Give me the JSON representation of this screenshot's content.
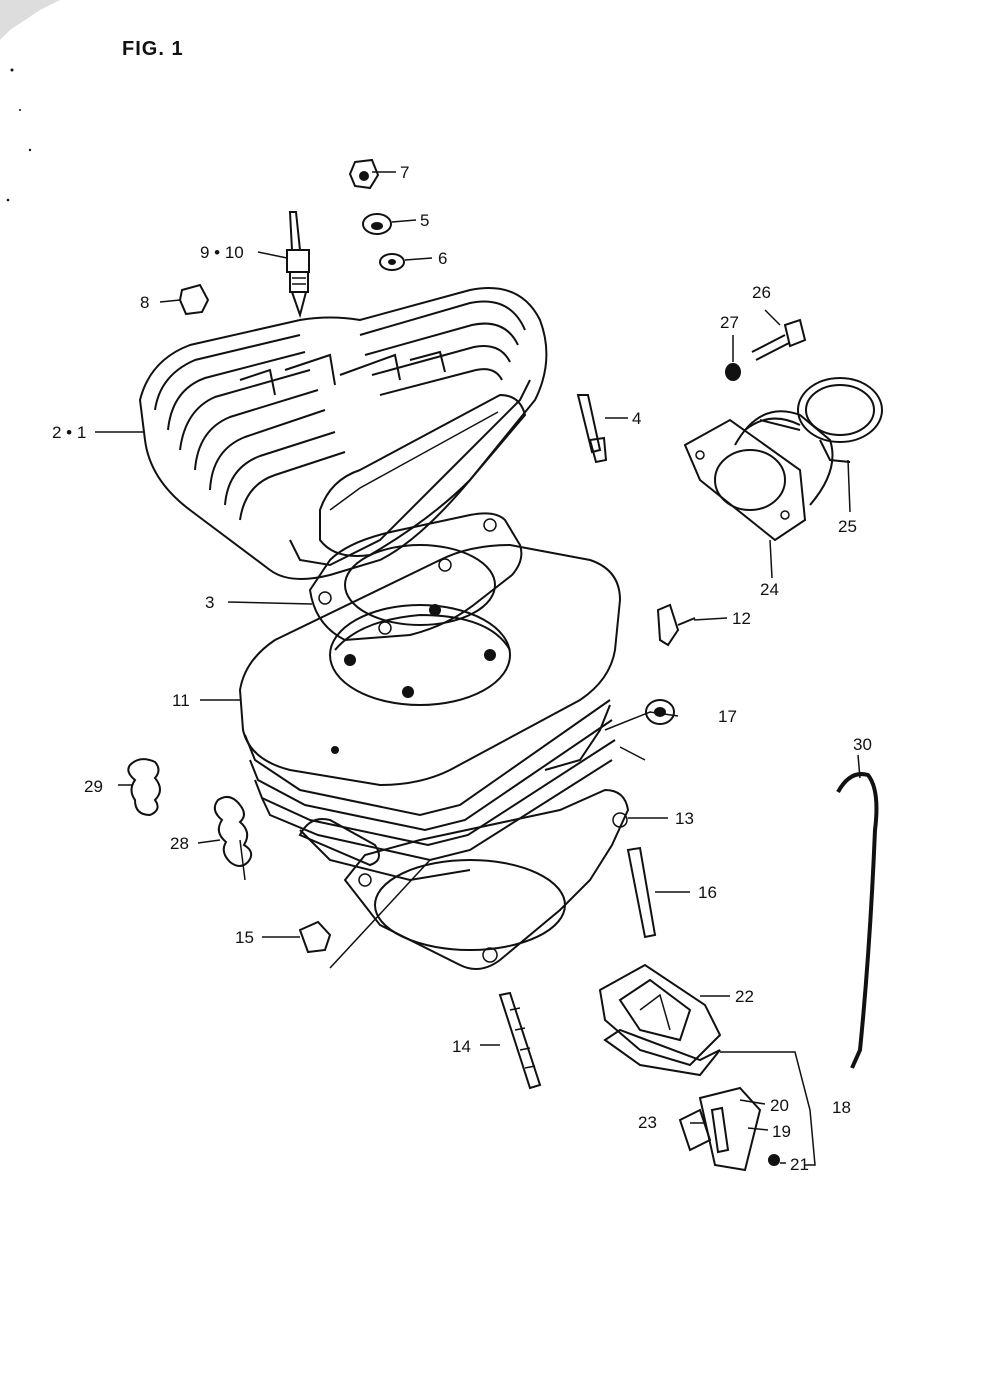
{
  "figure": {
    "title": "FIG. 1"
  },
  "callouts": [
    {
      "id": "c7",
      "label": "7"
    },
    {
      "id": "c5",
      "label": "5"
    },
    {
      "id": "c6",
      "label": "6"
    },
    {
      "id": "c910",
      "label": "9 • 10"
    },
    {
      "id": "c8",
      "label": "8"
    },
    {
      "id": "c21",
      "label": "2 • 1"
    },
    {
      "id": "c4",
      "label": "4"
    },
    {
      "id": "c3",
      "label": "3"
    },
    {
      "id": "c26",
      "label": "26"
    },
    {
      "id": "c27",
      "label": "27"
    },
    {
      "id": "c25",
      "label": "25"
    },
    {
      "id": "c24",
      "label": "24"
    },
    {
      "id": "c12",
      "label": "12"
    },
    {
      "id": "c11",
      "label": "11"
    },
    {
      "id": "c17",
      "label": "17"
    },
    {
      "id": "c30",
      "label": "30"
    },
    {
      "id": "c29",
      "label": "29"
    },
    {
      "id": "c13",
      "label": "13"
    },
    {
      "id": "c28",
      "label": "28"
    },
    {
      "id": "c16",
      "label": "16"
    },
    {
      "id": "c15",
      "label": "15"
    },
    {
      "id": "c22",
      "label": "22"
    },
    {
      "id": "c14",
      "label": "14"
    },
    {
      "id": "c20",
      "label": "20"
    },
    {
      "id": "c18",
      "label": "18"
    },
    {
      "id": "c23",
      "label": "23"
    },
    {
      "id": "c19",
      "label": "19"
    },
    {
      "id": "c2121",
      "label": "21"
    }
  ]
}
